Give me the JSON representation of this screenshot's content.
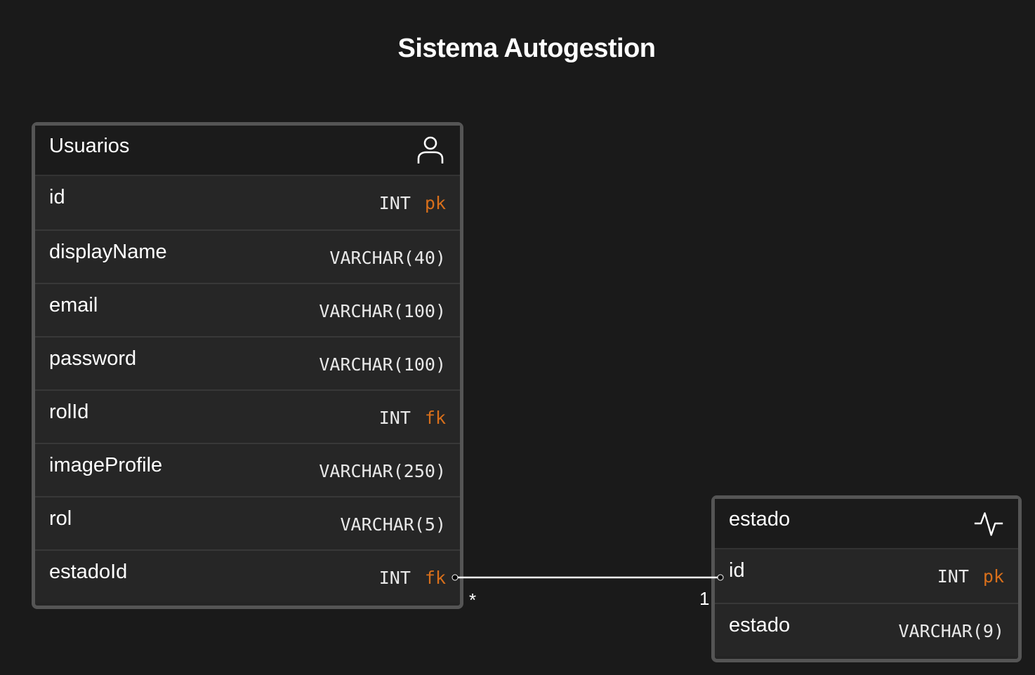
{
  "title": "Sistema Autogestion",
  "tables": {
    "usuarios": {
      "name": "Usuarios",
      "icon": "user-icon",
      "columns": [
        {
          "name": "id",
          "type": "INT",
          "key": "pk"
        },
        {
          "name": "displayName",
          "type": "VARCHAR(40)",
          "key": ""
        },
        {
          "name": "email",
          "type": "VARCHAR(100)",
          "key": ""
        },
        {
          "name": "password",
          "type": "VARCHAR(100)",
          "key": ""
        },
        {
          "name": "rolId",
          "type": "INT",
          "key": "fk"
        },
        {
          "name": "imageProfile",
          "type": "VARCHAR(250)",
          "key": ""
        },
        {
          "name": "rol",
          "type": "VARCHAR(5)",
          "key": ""
        },
        {
          "name": "estadoId",
          "type": "INT",
          "key": "fk"
        }
      ]
    },
    "estado": {
      "name": "estado",
      "icon": "activity-icon",
      "columns": [
        {
          "name": "id",
          "type": "INT",
          "key": "pk"
        },
        {
          "name": "estado",
          "type": "VARCHAR(9)",
          "key": ""
        }
      ]
    }
  },
  "relationship": {
    "from_cardinality": "*",
    "to_cardinality": "1"
  },
  "colors": {
    "background": "#1a1a1a",
    "key": "#d86f1b",
    "border": "#555555"
  }
}
